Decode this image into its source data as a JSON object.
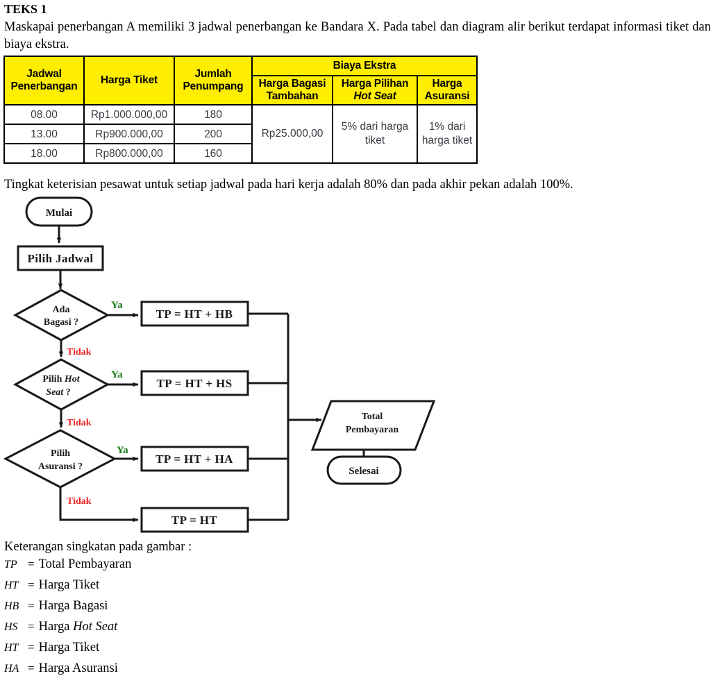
{
  "document": {
    "title": "TEKS 1",
    "intro_paragraph": "Maskapai penerbangan A memiliki 3 jadwal penerbangan ke Bandara X. Pada tabel dan diagram alir berikut terdapat informasi tiket dan biaya ekstra.",
    "fill_rate_note": "Tingkat keterisian pesawat untuk setiap jadwal pada hari kerja adalah 80% dan pada akhir pekan adalah 100%."
  },
  "table": {
    "header_color": "#ffee00",
    "group_header": "Biaya Ekstra",
    "columns": [
      "Jadwal Penerbangan",
      "Harga Tiket",
      "Jumlah Penumpang",
      "Harga Bagasi Tambahan",
      "Harga Pilihan Hot Seat",
      "Harga Asuransi"
    ],
    "columns_split": [
      {
        "line1": "Jadwal",
        "line2": "Penerbangan"
      },
      {
        "line1": "Harga Tiket",
        "line2": ""
      },
      {
        "line1": "Jumlah",
        "line2": "Penumpang"
      },
      {
        "line1": "Harga Bagasi",
        "line2": "Tambahan"
      },
      {
        "line1": "Harga Pilihan",
        "line2": "Hot Seat"
      },
      {
        "line1": "Harga",
        "line2": "Asuransi"
      }
    ],
    "rows": [
      {
        "jadwal": "08.00",
        "harga_tiket": "Rp1.000.000,00",
        "jumlah_penumpang": "180"
      },
      {
        "jadwal": "13.00",
        "harga_tiket": "Rp900.000,00",
        "jumlah_penumpang": "200"
      },
      {
        "jadwal": "18.00",
        "harga_tiket": "Rp800.000,00",
        "jumlah_penumpang": "160"
      }
    ],
    "merged_cells": {
      "harga_bagasi_tambahan": "Rp25.000,00",
      "harga_pilihan_hot_seat": "5% dari harga tiket",
      "harga_asuransi": "1% dari harga tiket"
    }
  },
  "flowchart": {
    "colors": {
      "yes": "#1a7a1a",
      "no": "#ee2222",
      "stroke": "#1a1a1a"
    },
    "nodes": {
      "start": "Mulai",
      "choose_schedule": "Pilih Jadwal",
      "decision_baggage_l1": "Ada",
      "decision_baggage_l2": "Bagasi ?",
      "decision_hotseat_l1": "Pilih Hot",
      "decision_hotseat_l2": "Seat ?",
      "decision_insurance_l1": "Pilih",
      "decision_insurance_l2": "Asuransi ?",
      "process_baggage": "TP = HT + HB",
      "process_hotseat": "TP = HT + HS",
      "process_insurance": "TP = HT + HA",
      "process_plain": "TP = HT",
      "output_total_l1": "Total",
      "output_total_l2": "Pembayaran",
      "end": "Selesai"
    },
    "edge_labels": {
      "yes": "Ya",
      "no": "Tidak"
    }
  },
  "legend": {
    "title": "Keterangan singkatan pada gambar :",
    "items": [
      {
        "abbr": "TP",
        "eq": "=",
        "text": "Total Pembayaran"
      },
      {
        "abbr": "HT",
        "eq": "=",
        "text": "Harga Tiket"
      },
      {
        "abbr": "HB",
        "eq": "=",
        "text": "Harga Bagasi"
      },
      {
        "abbr": "HS",
        "eq": "=",
        "text": "Harga Hot Seat"
      },
      {
        "abbr": "HT",
        "eq": "=",
        "text": "Harga Tiket"
      },
      {
        "abbr": "HA",
        "eq": "=",
        "text": "Harga Asuransi"
      }
    ]
  }
}
